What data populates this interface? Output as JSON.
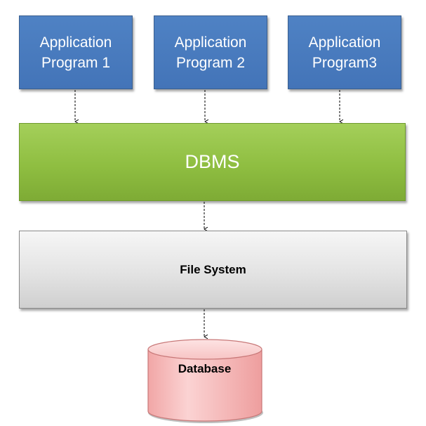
{
  "diagram": {
    "apps": [
      {
        "line1": "Application",
        "line2": "Program 1"
      },
      {
        "line1": "Application",
        "line2": "Program 2"
      },
      {
        "line1": "Application",
        "line2": "Program3"
      }
    ],
    "dbms_label": "DBMS",
    "file_system_label": "File System",
    "database_label": "Database"
  },
  "colors": {
    "app_fill": "#4a7ebf",
    "dbms_fill": "#92c047",
    "file_system_fill": "#e0e0e0",
    "database_fill": "#f5b9b9",
    "connector": "#000000"
  }
}
